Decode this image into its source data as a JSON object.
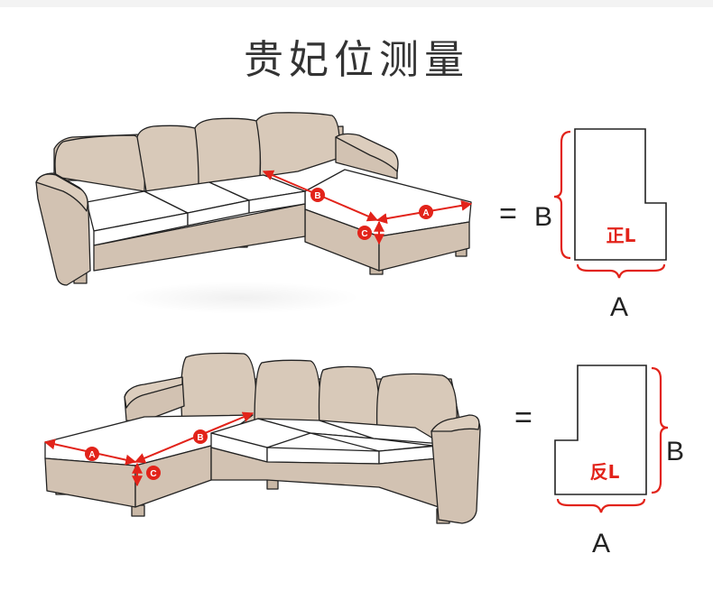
{
  "title": "贵妃位测量",
  "colors": {
    "sofa_fill": "#d2c2b2",
    "sofa_light": "#dccdbd",
    "cushion": "#ffffff",
    "outline": "#222222",
    "measure": "#e2231a",
    "label_text": "#e2231a"
  },
  "markers": {
    "a": "A",
    "b": "B",
    "c": "C"
  },
  "top": {
    "equals": "=",
    "shape_label": "正L",
    "dim_a": "A",
    "dim_b": "B"
  },
  "bottom": {
    "equals": "=",
    "shape_label": "反L",
    "dim_a": "A",
    "dim_b": "B"
  }
}
